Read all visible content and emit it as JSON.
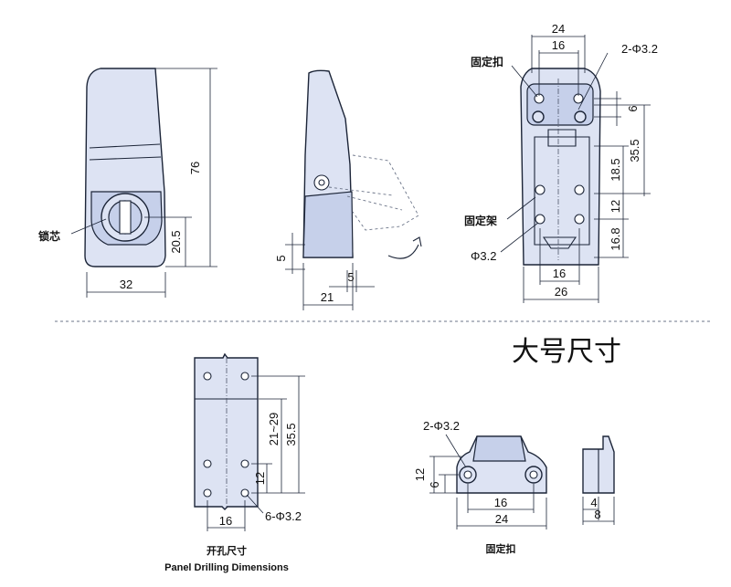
{
  "title": "大号尺寸",
  "front_view": {
    "core_label": "锁芯",
    "dim_height": "76",
    "dim_key_height": "20.5",
    "dim_width": "32"
  },
  "side_view": {
    "dim_a": "5",
    "dim_b": "5",
    "dim_c": "21"
  },
  "back_view": {
    "label_clip": "固定扣",
    "label_bracket": "固定架",
    "label_hole": "Φ3.2",
    "holes": "2-Φ3.2",
    "dim_24": "24",
    "dim_16_top": "16",
    "dim_6": "6",
    "dim_35_5": "35.5",
    "dim_18_5": "18.5",
    "dim_12": "12",
    "dim_16_8": "16.8",
    "dim_16_bottom": "16",
    "dim_26": "26"
  },
  "panel": {
    "dim_35_5": "35.5",
    "dim_21_29": "21~29",
    "dim_12": "12",
    "dim_16": "16",
    "holes": "6-Φ3.2",
    "caption_cn": "开孔尺寸",
    "caption_en": "Panel Drilling Dimensions"
  },
  "clip": {
    "holes": "2-Φ3.2",
    "dim_12": "12",
    "dim_6": "6",
    "dim_16": "16",
    "dim_24": "24",
    "caption": "固定扣"
  },
  "clip_side": {
    "dim_4": "4",
    "dim_8": "8"
  }
}
